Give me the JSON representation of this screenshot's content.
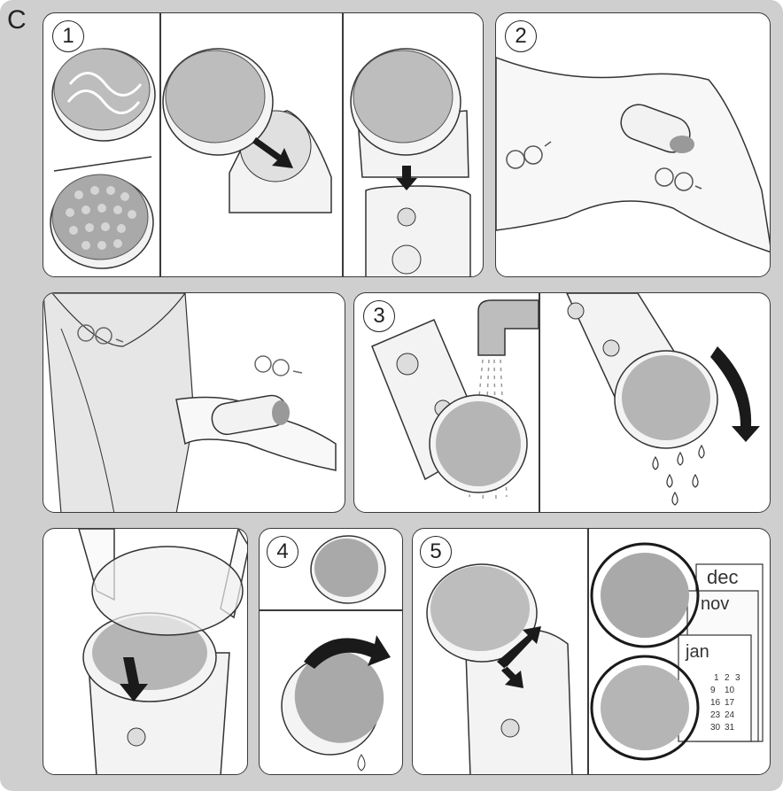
{
  "section_letter": "C",
  "steps": [
    "1",
    "2",
    "3",
    "4",
    "5"
  ],
  "calendar": {
    "months": [
      "dec",
      "nov",
      "jan"
    ],
    "dates": [
      "1",
      "2",
      "3",
      "9",
      "10",
      "16",
      "17",
      "23",
      "24",
      "30",
      "31"
    ]
  },
  "colors": {
    "background": "#cfcfcf",
    "panel": "#ffffff",
    "stroke": "#3a3a3a",
    "brush_gray": "#a9a9a9",
    "arrow": "#1a1a1a"
  },
  "icons": [
    "brush-head-icon",
    "device-icon",
    "arrow-icon",
    "circular-motion-icon",
    "water-drop-icon",
    "faucet-icon",
    "calendar-icon",
    "hand-icon"
  ]
}
